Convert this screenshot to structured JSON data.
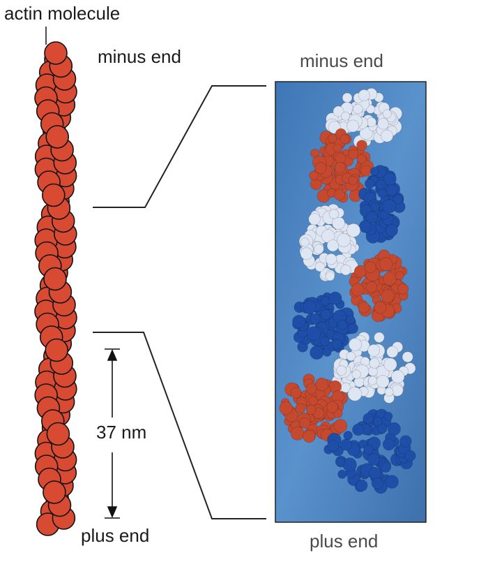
{
  "labels": {
    "actin_molecule": "actin molecule",
    "left_minus_end": "minus end",
    "left_plus_end": "plus end",
    "right_minus_end": "minus end",
    "right_plus_end": "plus end",
    "length": "37 nm"
  },
  "colors": {
    "subunit_red": "#d94a33",
    "subunit_outline": "#111111",
    "panel_blue": "#4f86c2",
    "model_light": "#dfe6f3",
    "model_dark_blue": "#1f4ea8",
    "model_red": "#c4492e"
  }
}
